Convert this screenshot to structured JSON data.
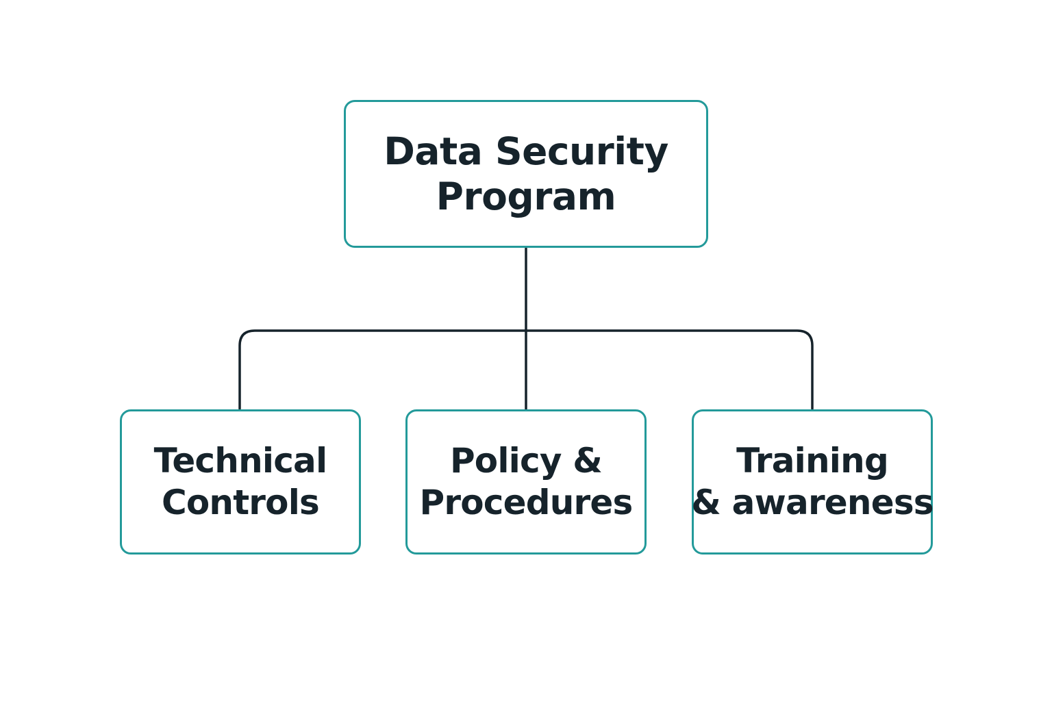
{
  "colors": {
    "node_border": "#239a9a",
    "connector": "#16232b",
    "text": "#16232b",
    "background": "#ffffff"
  },
  "root": {
    "lines": [
      "Data Security",
      "Program"
    ]
  },
  "children": [
    {
      "id": "technical",
      "lines": [
        "Technical",
        "Controls"
      ]
    },
    {
      "id": "policy",
      "lines": [
        "Policy &",
        "Procedures"
      ]
    },
    {
      "id": "training",
      "lines": [
        "Training",
        "& awareness"
      ]
    }
  ]
}
